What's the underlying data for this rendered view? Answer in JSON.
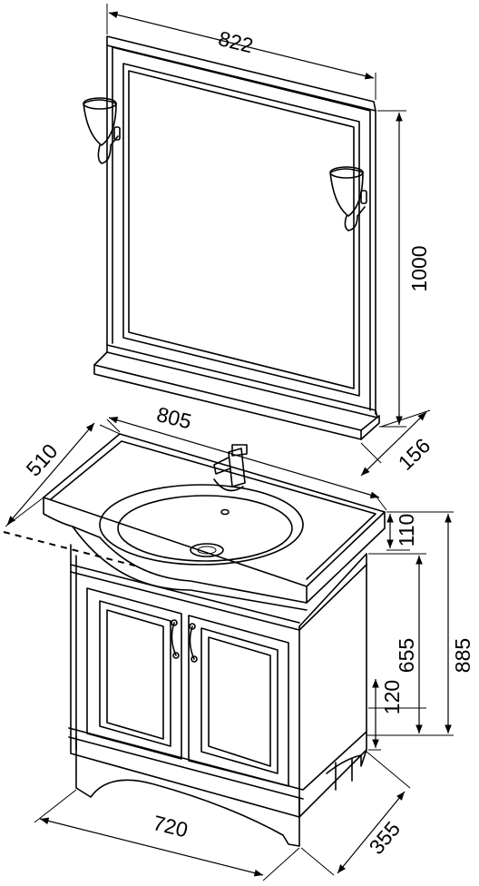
{
  "dimensions": {
    "mirror_width": "822",
    "mirror_height": "1000",
    "shelf_depth": "156",
    "basin_width": "805",
    "basin_depth": "510",
    "basin_height": "110",
    "cabinet_height": "655",
    "total_height": "885",
    "plinth_height": "120",
    "cabinet_width": "720",
    "cabinet_depth": "355"
  }
}
